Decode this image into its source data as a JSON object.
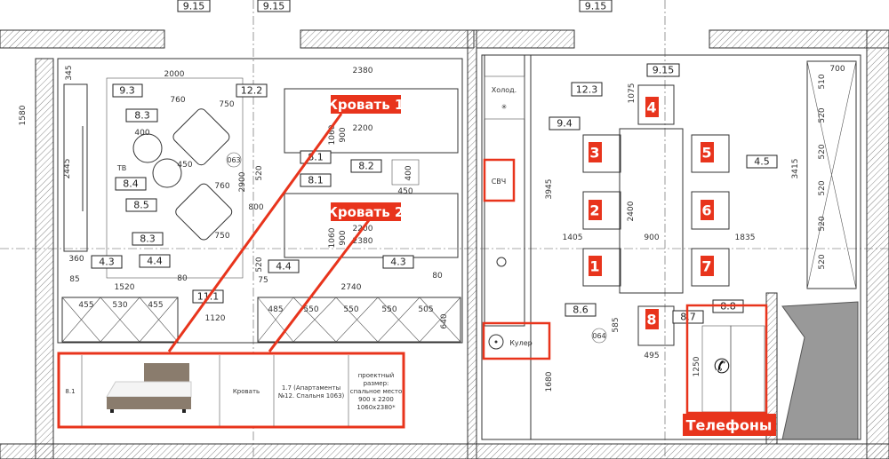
{
  "top_tags": [
    "9.15",
    "9.15",
    "9.15"
  ],
  "left_room": {
    "tags": [
      "9.3",
      "12.2",
      "8.3",
      "8.4",
      "8.5",
      "8.3",
      "4.3",
      "4.4",
      "11.1",
      "8.1",
      "8.2",
      "8.1",
      "4.4",
      "4.3"
    ],
    "tv_label": "ТВ",
    "room_number": "063",
    "dims": [
      "2000",
      "2380",
      "345",
      "1580",
      "2445",
      "760",
      "750",
      "400",
      "450",
      "760",
      "750",
      "2900",
      "800",
      "520",
      "1060",
      "900",
      "2200",
      "1060",
      "900",
      "2200",
      "2380",
      "400",
      "450",
      "360",
      "85",
      "1520",
      "80",
      "455",
      "530",
      "455",
      "1120",
      "520",
      "75",
      "2740",
      "80",
      "485",
      "550",
      "550",
      "550",
      "505",
      "640"
    ]
  },
  "callouts": {
    "bed1": "Кровать 1",
    "bed2": "Кровать 2",
    "phones": "Телефоны"
  },
  "spec_table": {
    "code": "8.1",
    "name": "Кровать",
    "location": [
      "1.7 (Апартаменты",
      "№12. Спальня 1063)"
    ],
    "size": [
      "проектный",
      "размер:",
      "спальное место",
      "900 x 2200",
      "1060x2380*"
    ]
  },
  "right_room": {
    "fridge_label": "Холод.",
    "microwave_label": "СВЧ",
    "cooler_label": "Кулер",
    "room_number": "064",
    "tags": [
      "12.3",
      "9.15",
      "9.4",
      "4.5",
      "8.6",
      "8.7",
      "8.8"
    ],
    "seats": [
      "4",
      "3",
      "5",
      "2",
      "6",
      "1",
      "7",
      "8"
    ],
    "dims": [
      "1075",
      "3945",
      "2400",
      "1405",
      "900",
      "1835",
      "3415",
      "700",
      "510",
      "520",
      "520",
      "520",
      "520",
      "520",
      "585",
      "495",
      "1250",
      "1680"
    ]
  },
  "colors": {
    "accent": "#e8341c"
  }
}
